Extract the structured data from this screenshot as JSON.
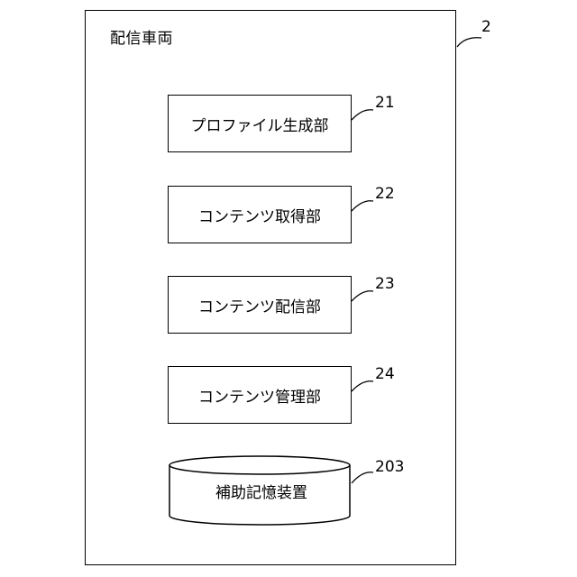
{
  "vehicle": {
    "title": "配信車両",
    "ref": "2"
  },
  "units": [
    {
      "label": "プロファイル生成部",
      "ref": "21"
    },
    {
      "label": "コンテンツ取得部",
      "ref": "22"
    },
    {
      "label": "コンテンツ配信部",
      "ref": "23"
    },
    {
      "label": "コンテンツ管理部",
      "ref": "24"
    }
  ],
  "storage": {
    "label": "補助記憶装置",
    "ref": "203"
  }
}
